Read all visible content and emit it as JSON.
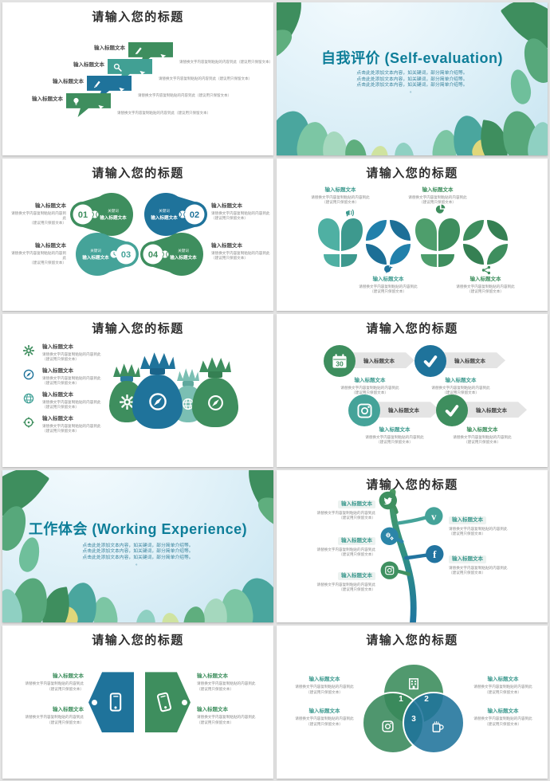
{
  "page": {
    "background": "#e3e3e3",
    "layout": "10-slide template preview grid"
  },
  "common": {
    "content_title": "请输入您的标题",
    "item_label": "输入标题文本",
    "keyword": "关键词",
    "desc_line1": "请替换文字内容复制粘贴的内容到此",
    "desc_line2": "（建议用只保留文本）",
    "desc_full": "请替换文字内容复制粘贴的内容到此（建议用只保留文本）",
    "subtitle_line": "点击此处添加文本内容，如关键词，部分简单介绍等。",
    "subtitle_tail": "。"
  },
  "covers": {
    "self_evaluation": {
      "title": "自我评价 (Self-evaluation)"
    },
    "working_experience": {
      "title": "工作体会 (Working Experience)"
    }
  },
  "numbers": {
    "n01": "01",
    "n02": "02",
    "n03": "03",
    "n04": "04",
    "v1": "1",
    "v2": "2",
    "v3": "3",
    "calendar_day": "30",
    "vimeo": "v",
    "facebook": "f"
  },
  "colors": {
    "green": "#3E8E5E",
    "green_dark": "#358053",
    "teal": "#41A094",
    "teal_light": "#7BBFB3",
    "blue": "#1F739B",
    "blue_gears": "#2B85A8",
    "cover_title": "#0E7E99",
    "cover_subtitle": "#35809A",
    "label_teal": "#3E9A8F",
    "label_green": "#3F8F5E",
    "ribbon_gray": "#E4E4E4",
    "title_text": "#2E2E2E",
    "desc_gray": "#8A8A8A"
  },
  "icons": {
    "stairs": [
      "brush-icon",
      "search-icon",
      "pencil-icon",
      "bulb-icon",
      "cursor-icon"
    ],
    "pears": [
      "ball-icon",
      "clock-icon"
    ],
    "tulips": [
      "megaphone-icon",
      "pie-chart-icon",
      "bird-icon",
      "share-nodes-icon"
    ],
    "money": [
      "gear-icon",
      "compass-icon",
      "globe-icon",
      "crosshair-icon"
    ],
    "arrows": [
      "calendar-icon",
      "check-icon",
      "camera-icon"
    ],
    "tree": [
      "twitter-icon",
      "vimeo-icon",
      "gears-icon",
      "facebook-icon",
      "instagram-icon"
    ],
    "phones": [
      "phone-icon"
    ],
    "venn": [
      "building-icon",
      "camera-icon",
      "mug-icon"
    ]
  }
}
